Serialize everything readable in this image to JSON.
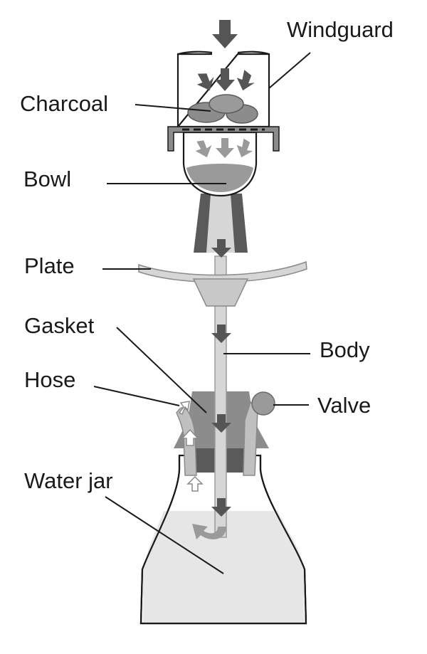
{
  "diagram": {
    "labels": {
      "windguard": "Windguard",
      "charcoal": "Charcoal",
      "bowl": "Bowl",
      "plate": "Plate",
      "gasket": "Gasket",
      "hose": "Hose",
      "water_jar": "Water jar",
      "body": "Body",
      "valve": "Valve"
    },
    "colors": {
      "outline": "#1a1a1a",
      "dark_gray": "#5a5a5a",
      "mid_gray": "#8c8c8c",
      "light_gray": "#c8c8c8",
      "pale_gray": "#e4e4e4",
      "water": "#e6e6e6",
      "arrow_dark": "#555555",
      "arrow_light": "#9a9a9a"
    }
  }
}
